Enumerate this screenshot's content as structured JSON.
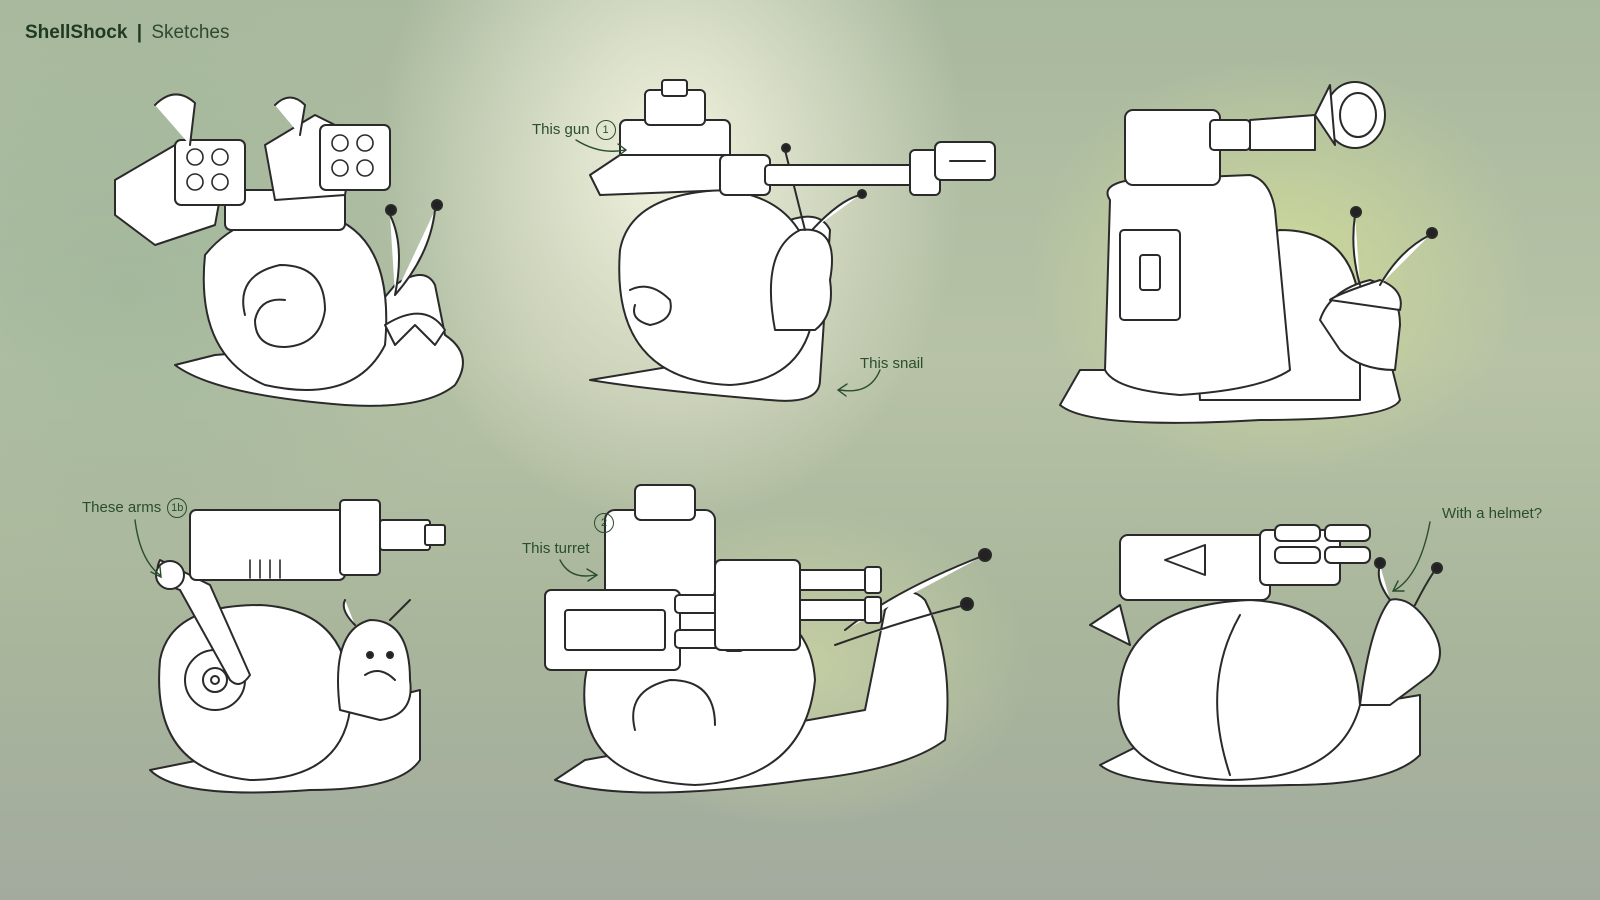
{
  "header": {
    "brand": "ShellShock",
    "separator": "|",
    "section": "Sketches"
  },
  "colors": {
    "ink": "#2a2a2a",
    "fill": "#ffffff",
    "annotation": "#2a4e2d",
    "background": "#b3bfa3"
  },
  "sketches": [
    {
      "name": "missile-pod-snail"
    },
    {
      "name": "long-gun-snail"
    },
    {
      "name": "spotlight-turret-snail"
    },
    {
      "name": "arm-cannon-snail"
    },
    {
      "name": "multi-barrel-turret-snail"
    },
    {
      "name": "helmet-snail"
    }
  ],
  "notes": {
    "this_gun": {
      "text": "This gun",
      "num": "1"
    },
    "this_snail": {
      "text": "This snail"
    },
    "these_arms": {
      "text": "These arms",
      "num": "1b"
    },
    "this_turret": {
      "text": "This turret",
      "num": "2"
    },
    "with_helmet": {
      "text": "With a helmet?"
    }
  }
}
